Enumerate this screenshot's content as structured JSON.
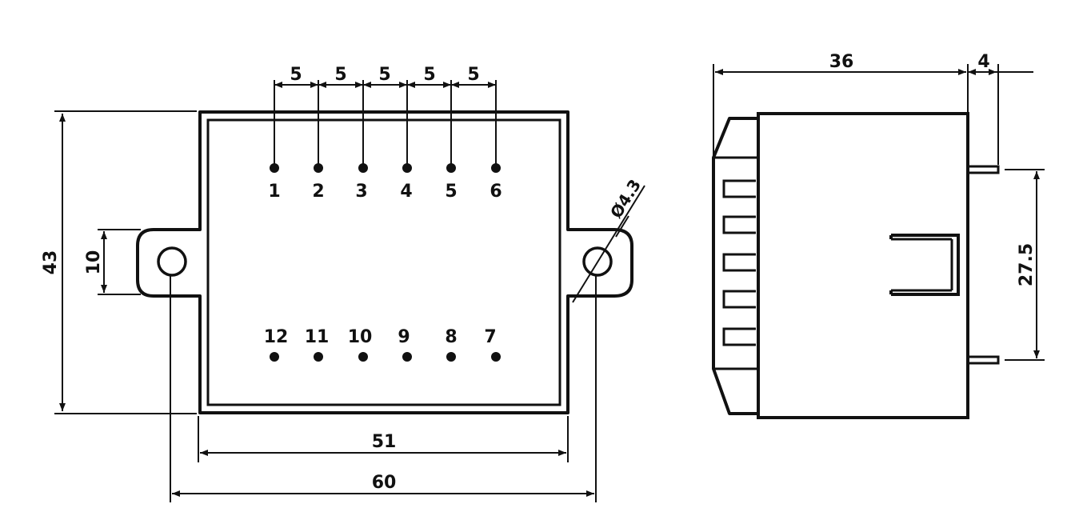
{
  "dimensions": {
    "pitch": [
      "5",
      "5",
      "5",
      "5",
      "5"
    ],
    "height_total": "43",
    "tab_width": "10",
    "body_width": "51",
    "overall_width": "60",
    "hole_diameter": "Ø4.3",
    "side_depth": "36",
    "pin_length": "4",
    "pin_spacing": "27.5"
  },
  "pins": {
    "top": [
      "1",
      "2",
      "3",
      "4",
      "5",
      "6"
    ],
    "bottom": [
      "12",
      "11",
      "10",
      "9",
      "8",
      "7"
    ]
  }
}
